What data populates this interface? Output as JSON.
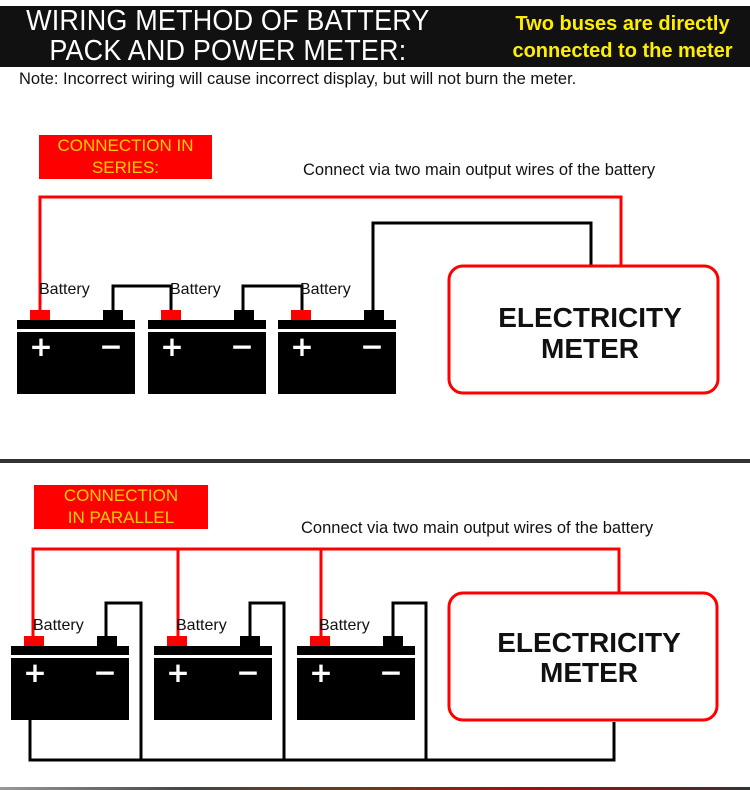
{
  "header": {
    "title_line1": "WIRING METHOD OF BATTERY",
    "title_line2": "PACK AND POWER METER:",
    "subtitle_line1": "Two buses are directly",
    "subtitle_line2": "connected to the meter"
  },
  "note": "Note: Incorrect wiring will cause incorrect display, but will not burn the meter.",
  "colors": {
    "header_bg": "#111111",
    "subtitle": "#ffee00",
    "label_bg": "#ff0000",
    "label_text": "#ffd000",
    "positive_wire": "#ff0000",
    "negative_wire": "#000000",
    "meter_border": "#ff0000"
  },
  "series": {
    "label_line1": "CONNECTION IN",
    "label_line2": "SERIES:",
    "caption": "Connect via two main output wires of the battery",
    "batteries": [
      {
        "label": "Battery",
        "positive": "+",
        "negative": "−"
      },
      {
        "label": "Battery",
        "positive": "+",
        "negative": "−"
      },
      {
        "label": "Battery",
        "positive": "+",
        "negative": "−"
      }
    ],
    "meter_line1": "ELECTRICITY",
    "meter_line2": "METER"
  },
  "parallel": {
    "label_line1": "CONNECTION",
    "label_line2": "IN PARALLEL",
    "caption": "Connect via two main output wires of the battery",
    "batteries": [
      {
        "label": "Battery",
        "positive": "+",
        "negative": "−"
      },
      {
        "label": "Battery",
        "positive": "+",
        "negative": "−"
      },
      {
        "label": "Battery",
        "positive": "+",
        "negative": "−"
      }
    ],
    "meter_line1": "ELECTRICITY",
    "meter_line2": "METER"
  }
}
